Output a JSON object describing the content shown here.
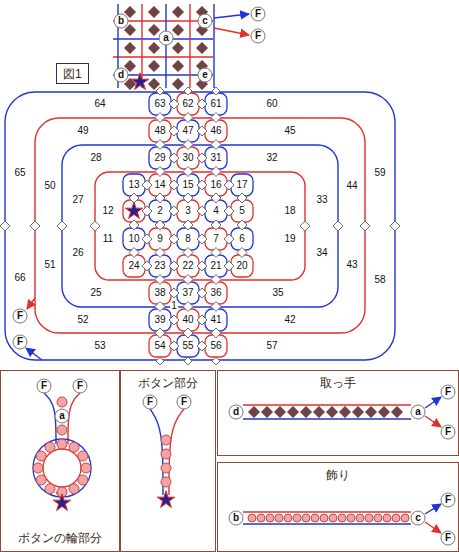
{
  "diagram": {
    "nodes": [
      {
        "text": [
          "図1"
        ]
      },
      {
        "text": [
          "ボタンの輪部分"
        ]
      },
      {
        "text": [
          "ボタン部分"
        ]
      },
      {
        "text": [
          "取っ手"
        ]
      },
      {
        "text": [
          "飾り"
        ]
      }
    ],
    "labels": [
      "b",
      "a",
      "c",
      "d",
      "e",
      "F",
      "F",
      "1",
      "2",
      "3",
      "4",
      "5",
      "6",
      "7",
      "8",
      "9",
      "10",
      "11",
      "12",
      "13",
      "14",
      "15",
      "16",
      "17",
      "18",
      "19",
      "20",
      "21",
      "22",
      "23",
      "24",
      "25",
      "26",
      "27",
      "28",
      "29",
      "30",
      "31",
      "32",
      "33",
      "34",
      "35",
      "36",
      "37",
      "38",
      "39",
      "40",
      "41",
      "42",
      "43",
      "44",
      "45",
      "46",
      "47",
      "48",
      "49",
      "50",
      "51",
      "52",
      "53",
      "54",
      "55",
      "56",
      "57",
      "58",
      "59",
      "60",
      "61",
      "62",
      "63",
      "64",
      "65",
      "66",
      "F",
      "F",
      "F",
      "F",
      "a",
      "F",
      "F",
      "d",
      "a",
      "F",
      "F",
      "b",
      "c",
      "F",
      "F"
    ]
  }
}
